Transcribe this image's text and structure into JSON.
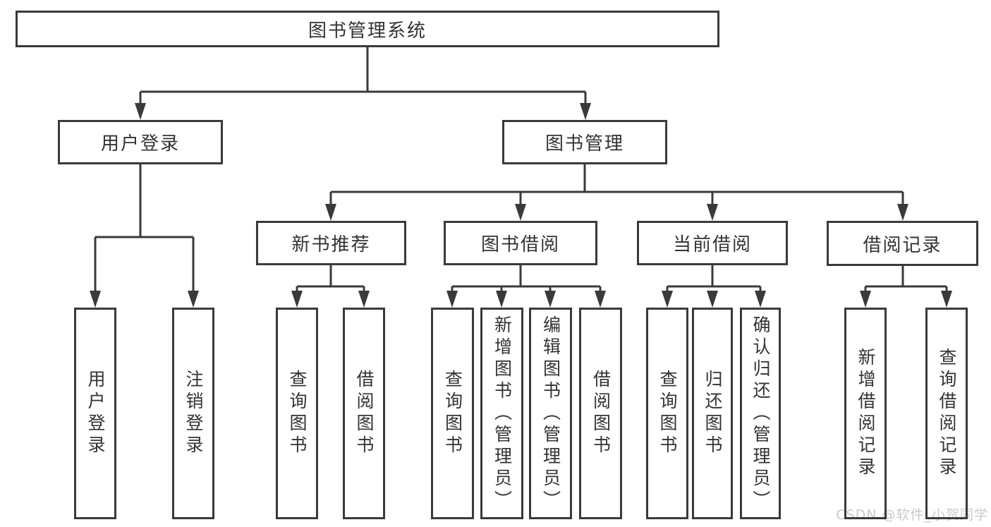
{
  "colors": {
    "line": "#3a3a3a",
    "text": "#333333",
    "watermark": "#c9c9c9",
    "background": "#ffffff"
  },
  "watermark": "CSDN @软件_小贺同学",
  "tree": {
    "root": "图书管理系统",
    "level2": [
      {
        "label": "用户登录",
        "children": [
          "用户登录",
          "注销登录"
        ]
      },
      {
        "label": "图书管理",
        "groups": [
          {
            "label": "新书推荐",
            "children": [
              "查询图书",
              "借阅图书"
            ]
          },
          {
            "label": "图书借阅",
            "children": [
              "查询图书",
              "新增图书（管理员）",
              "编辑图书（管理员）",
              "借阅图书"
            ]
          },
          {
            "label": "当前借阅",
            "children": [
              "查询图书",
              "归还图书",
              "确认归还（管理员）"
            ]
          },
          {
            "label": "借阅记录",
            "children": [
              "新增借阅记录",
              "查询借阅记录"
            ]
          }
        ]
      }
    ]
  }
}
